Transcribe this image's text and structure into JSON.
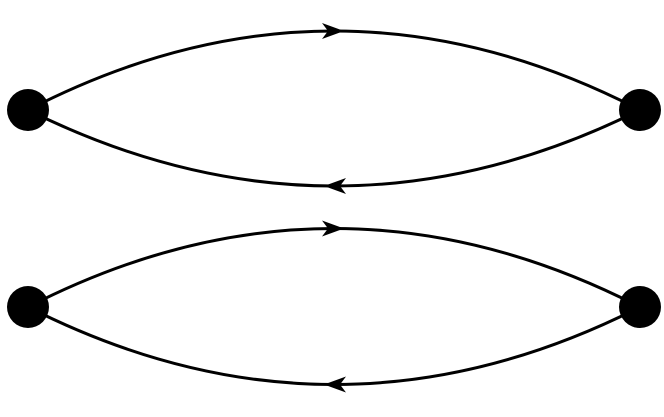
{
  "diagram": {
    "stroke_color": "#000000",
    "node_color": "#000000",
    "background": "#ffffff",
    "nodes": [
      {
        "id": "a"
      },
      {
        "id": "b"
      },
      {
        "id": "c"
      },
      {
        "id": "d"
      }
    ],
    "edges": [
      {
        "id": "ab-top",
        "from": "a",
        "to": "b",
        "arrow": "forward"
      },
      {
        "id": "ba-bottom",
        "from": "b",
        "to": "a",
        "arrow": "forward"
      },
      {
        "id": "cd-top",
        "from": "c",
        "to": "d",
        "arrow": "forward"
      },
      {
        "id": "dc-bottom",
        "from": "d",
        "to": "c",
        "arrow": "forward"
      }
    ]
  }
}
